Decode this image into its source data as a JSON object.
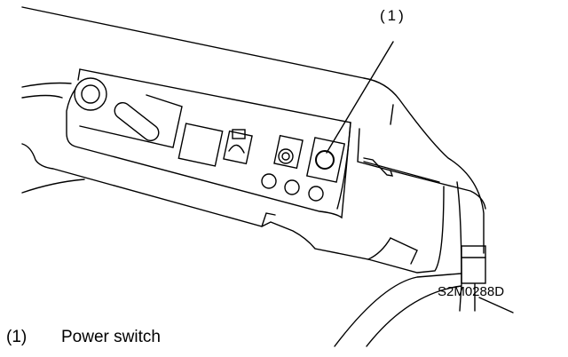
{
  "callouts": [
    {
      "number": "(1)"
    }
  ],
  "figure_code": "S2M0288D",
  "legend": [
    {
      "number": "(1)",
      "label": "Power switch"
    }
  ]
}
